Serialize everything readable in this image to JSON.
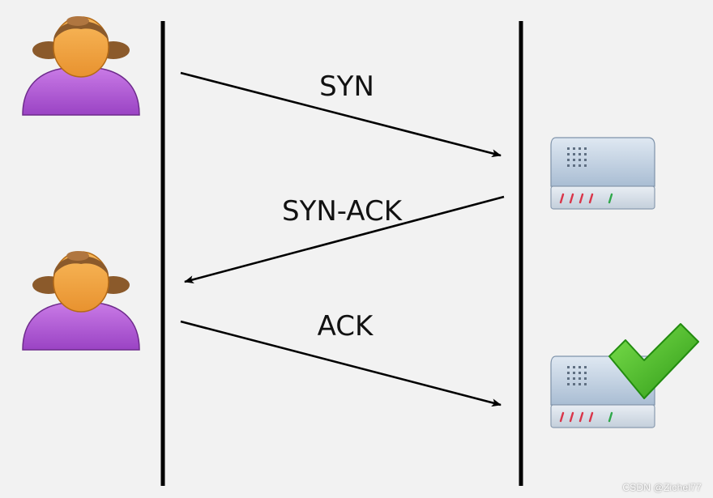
{
  "messages": {
    "syn": "SYN",
    "syn_ack": "SYN-ACK",
    "ack": "ACK"
  },
  "watermark": "CSDN @Zichel77",
  "icons": {
    "client": "girl-user-icon",
    "server": "server-device-icon",
    "success": "green-checkmark-icon"
  },
  "colors": {
    "background": "#f2f2f2",
    "line": "#000000",
    "person_body": "#b45fd6",
    "person_face": "#f4a442",
    "person_hair": "#8b5a2b",
    "server_body": "#8fa8c4",
    "check": "#3fbf1f"
  }
}
